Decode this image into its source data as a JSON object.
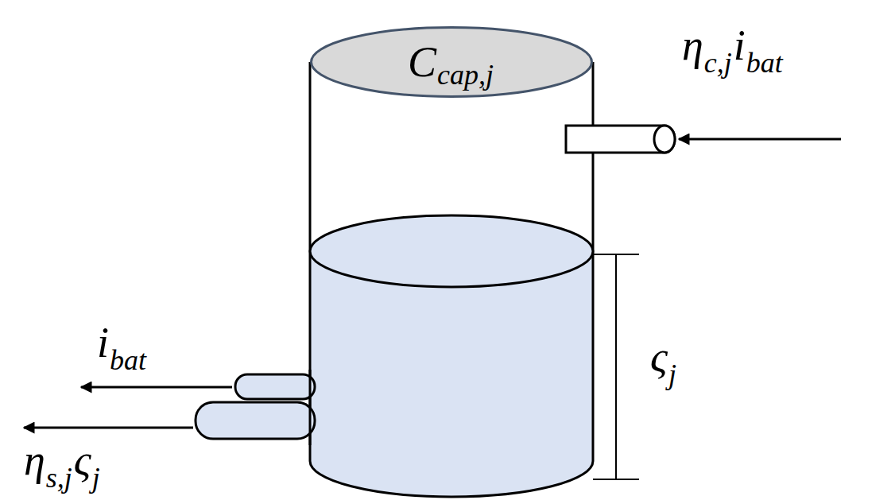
{
  "diagram": {
    "nodes": [
      {
        "text": [
          "C",
          "cap,j"
        ]
      }
    ],
    "labels": [
      "η",
      "c,j",
      "i",
      "bat",
      "i",
      "bat",
      "η",
      "s,j",
      "ς",
      "j",
      "ς",
      "j"
    ]
  }
}
